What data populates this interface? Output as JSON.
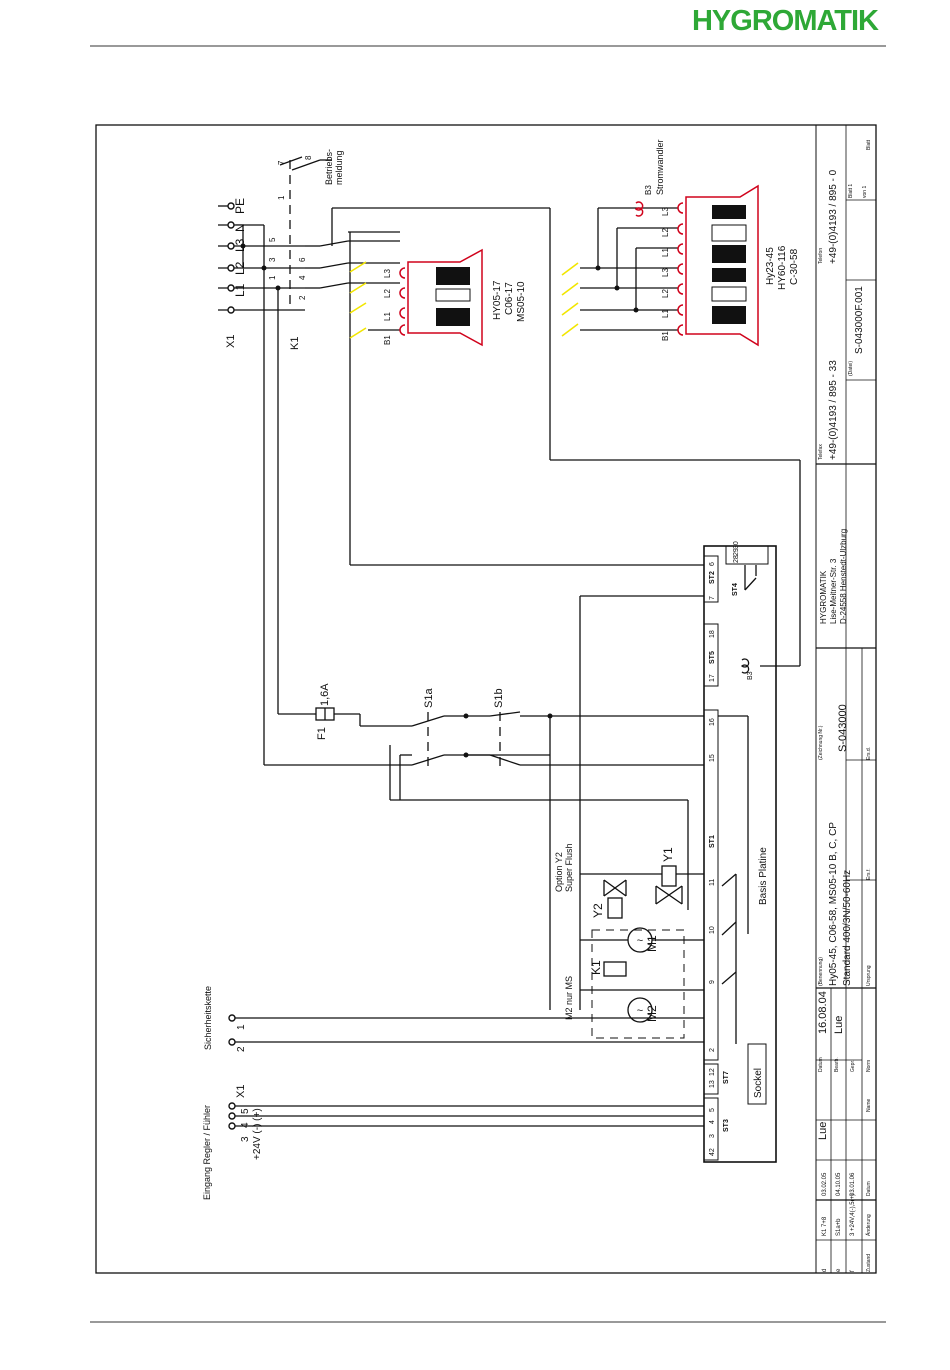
{
  "header": {
    "logo_text": "HYGROMATIK",
    "brand_color": "#2ea836",
    "brand_gray": "#7a7a7a"
  },
  "diagram": {
    "x1_terminal": "X1",
    "k1_contactor": "K1",
    "mains": {
      "pe": "PE",
      "n": "N",
      "l3": "L3",
      "l2": "L2",
      "l1": "L1"
    },
    "k1_contacts": [
      "1",
      "2",
      "3",
      "4",
      "5",
      "6",
      "7",
      "8"
    ],
    "status_relay": "Betriebs-\nmeldung",
    "heater_small": {
      "models": [
        "HY05-17",
        "C06-17",
        "MS05-10"
      ],
      "terminals": [
        "B1",
        "L1",
        "L2",
        "L3"
      ]
    },
    "heater_large": {
      "models": [
        "Hy23-45",
        "HY60-116",
        "C-30-58"
      ],
      "terminals": [
        "B1",
        "L1",
        "L2",
        "L3",
        "L1",
        "L2",
        "L3"
      ],
      "transformer": "B3",
      "transformer_label": "Stromwandler"
    },
    "fuse": {
      "name": "F1",
      "rating": "1,6A"
    },
    "switches": [
      "S1a",
      "S1b"
    ],
    "pcb": {
      "name": "Basis Platine",
      "sockel": "Sockel",
      "connectors": [
        "ST2",
        "ST5",
        "ST1",
        "ST7",
        "ST3",
        "ST4"
      ],
      "st2_pins": [
        "7",
        "6"
      ],
      "st5_pins": [
        "17",
        "18"
      ],
      "st1_pins": [
        "15",
        "16",
        "11",
        "10",
        "9",
        "2"
      ],
      "st7_pins": [
        "13",
        "12"
      ],
      "st3_pins": [
        "5",
        "4",
        "3",
        "42"
      ],
      "st4_pins": [
        "28",
        "29",
        "30"
      ],
      "b3": "B3"
    },
    "components": {
      "y1": "Y1",
      "y2": "Y2",
      "m1": "M1",
      "m2": "M2",
      "k1": "K1",
      "option_y2": "Option Y2\nSuper Flush",
      "m2_note": "M2 nur MS"
    },
    "safety_chain": {
      "label": "Sicherheitskette",
      "pins": [
        "2",
        "1"
      ]
    },
    "controller_input": {
      "label": "Eingang Regler / Fühler",
      "x1": "X1",
      "pins": [
        "3",
        "4",
        "5"
      ],
      "supply": "+24V (-) (+)"
    }
  },
  "title_block": {
    "company": [
      "HYGROMATIK",
      "Lise-Meitner-Str. 3",
      "D-24558 Henstedt-Ulzburg"
    ],
    "telefon_label": "Telefon",
    "telefon": "+49-(0)4193 / 895 - 0",
    "telefax_label": "Telefax",
    "telefax": "+49-(0)4193 / 895 - 33",
    "blatt_label": "Blatt",
    "blatt": "Blatt 1",
    "von": "von 1",
    "datei_label": "(Datei)",
    "datei": "S-043000F.001",
    "zeichnung_label": "(Zeichnung Nr.)",
    "zeichnung": "S-043000",
    "benennung_label": "(Benennung)",
    "benennung": [
      "Hy05-45, C06-58, MS05-10 B, C, CP",
      "Standard 400/3N/50-60Hz"
    ],
    "ursprung": "Ursprung",
    "ers_f": "Ers.f.",
    "ers_d": "Ers.d.",
    "datum_label": "Datum",
    "datum": "16.08.04",
    "bearb_label": "Bearb.",
    "bearb": "Lue",
    "gepr_label": "Gepr.",
    "norm_label": "Norm",
    "name_label": "Name",
    "name": "Lue",
    "revisions": [
      {
        "zustand": "d",
        "aenderung": "K1 7+8",
        "datum": "03.02.05"
      },
      {
        "zustand": "e",
        "aenderung": "S1a+b",
        "datum": "04.10.05"
      },
      {
        "zustand": "f",
        "aenderung": "3 +24V,4(-),5(+)",
        "datum": "03.01.06"
      }
    ],
    "zustand_label": "Zustand",
    "aenderung_label": "Änderung",
    "datum_col_label": "Datum",
    "name_col_label": "Name"
  }
}
